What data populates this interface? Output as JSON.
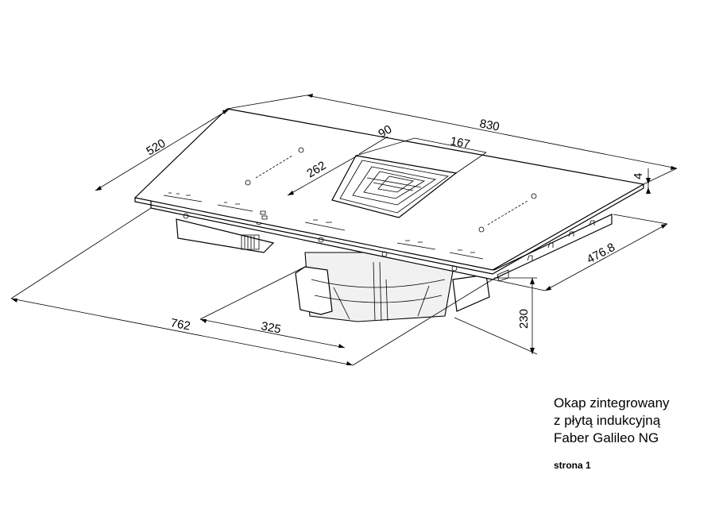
{
  "title_lines": [
    "Okap zintegrowany",
    "z płytą indukcyjną",
    "Faber Galileo NG"
  ],
  "page_label": "strona 1",
  "dimensions": {
    "width_830": "830",
    "depth_520": "520",
    "vent_90": "90",
    "vent_167": "167",
    "vent_262": "262",
    "thickness_4": "4",
    "depth_476_8": "476.8",
    "height_230": "230",
    "width_762": "762",
    "offset_325": "325"
  }
}
